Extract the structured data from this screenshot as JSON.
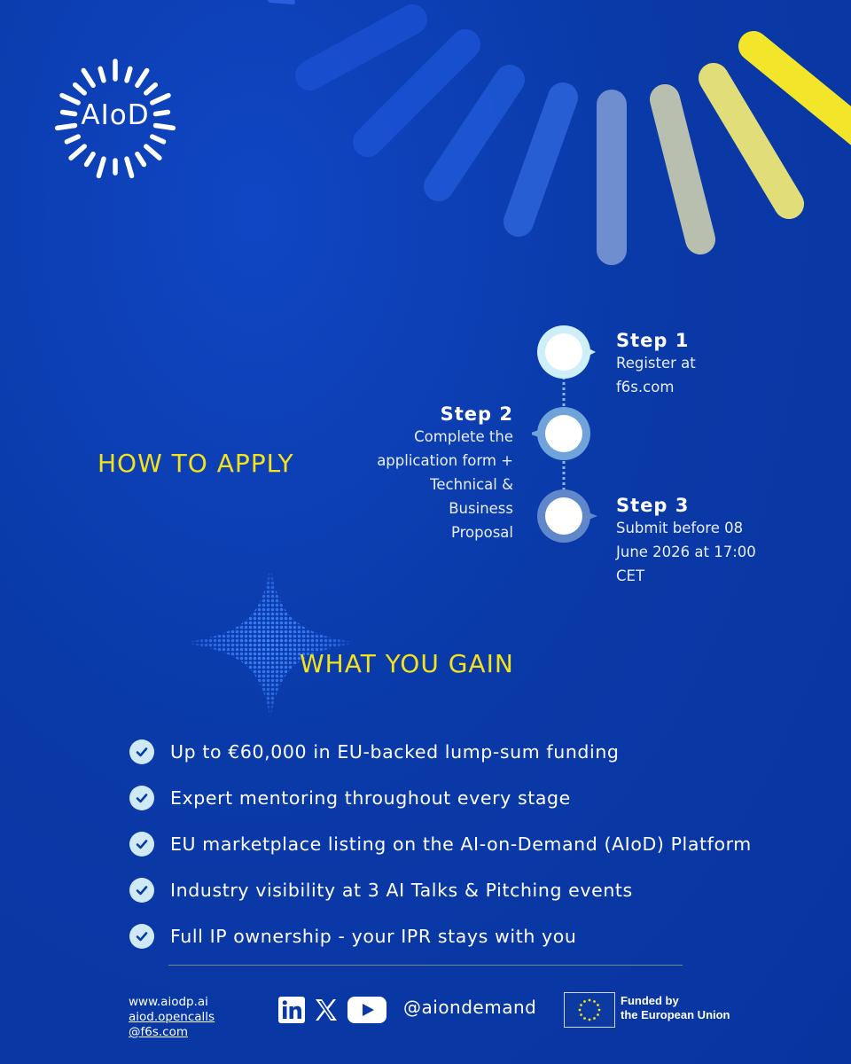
{
  "brand": {
    "logo_text": "AIoD"
  },
  "how_to_apply": {
    "heading": "HOW TO APPLY",
    "steps": [
      {
        "title": "Step 1",
        "lines": [
          "Register at",
          "f6s.com"
        ]
      },
      {
        "title": "Step 2",
        "lines": [
          "Complete the",
          "application form +",
          "Technical &",
          "Business",
          "Proposal"
        ]
      },
      {
        "title": "Step 3",
        "lines": [
          "Submit before 08",
          "June 2026 at 17:00",
          "CET"
        ]
      }
    ]
  },
  "what_you_gain": {
    "heading": "WHAT YOU GAIN",
    "benefits": [
      "Up to €60,000 in EU-backed lump-sum funding",
      "Expert mentoring throughout every stage",
      "EU marketplace listing on the AI-on-Demand (AIoD) Platform",
      "Industry visibility at 3 AI Talks & Pitching events",
      "Full IP ownership - your IPR stays with you"
    ]
  },
  "footer": {
    "links": [
      "www.aiodp.ai",
      "aiod.opencalls",
      "@f6s.com"
    ],
    "social_icons": [
      "linkedin-icon",
      "x-icon",
      "youtube-icon"
    ],
    "handle": "@aiondemand",
    "eu_funding": [
      "Funded by",
      "the European Union"
    ]
  },
  "colors": {
    "background": "#0a3aa8",
    "accent_yellow": "#f4e21a",
    "check_bg": "#cfeaf6"
  }
}
